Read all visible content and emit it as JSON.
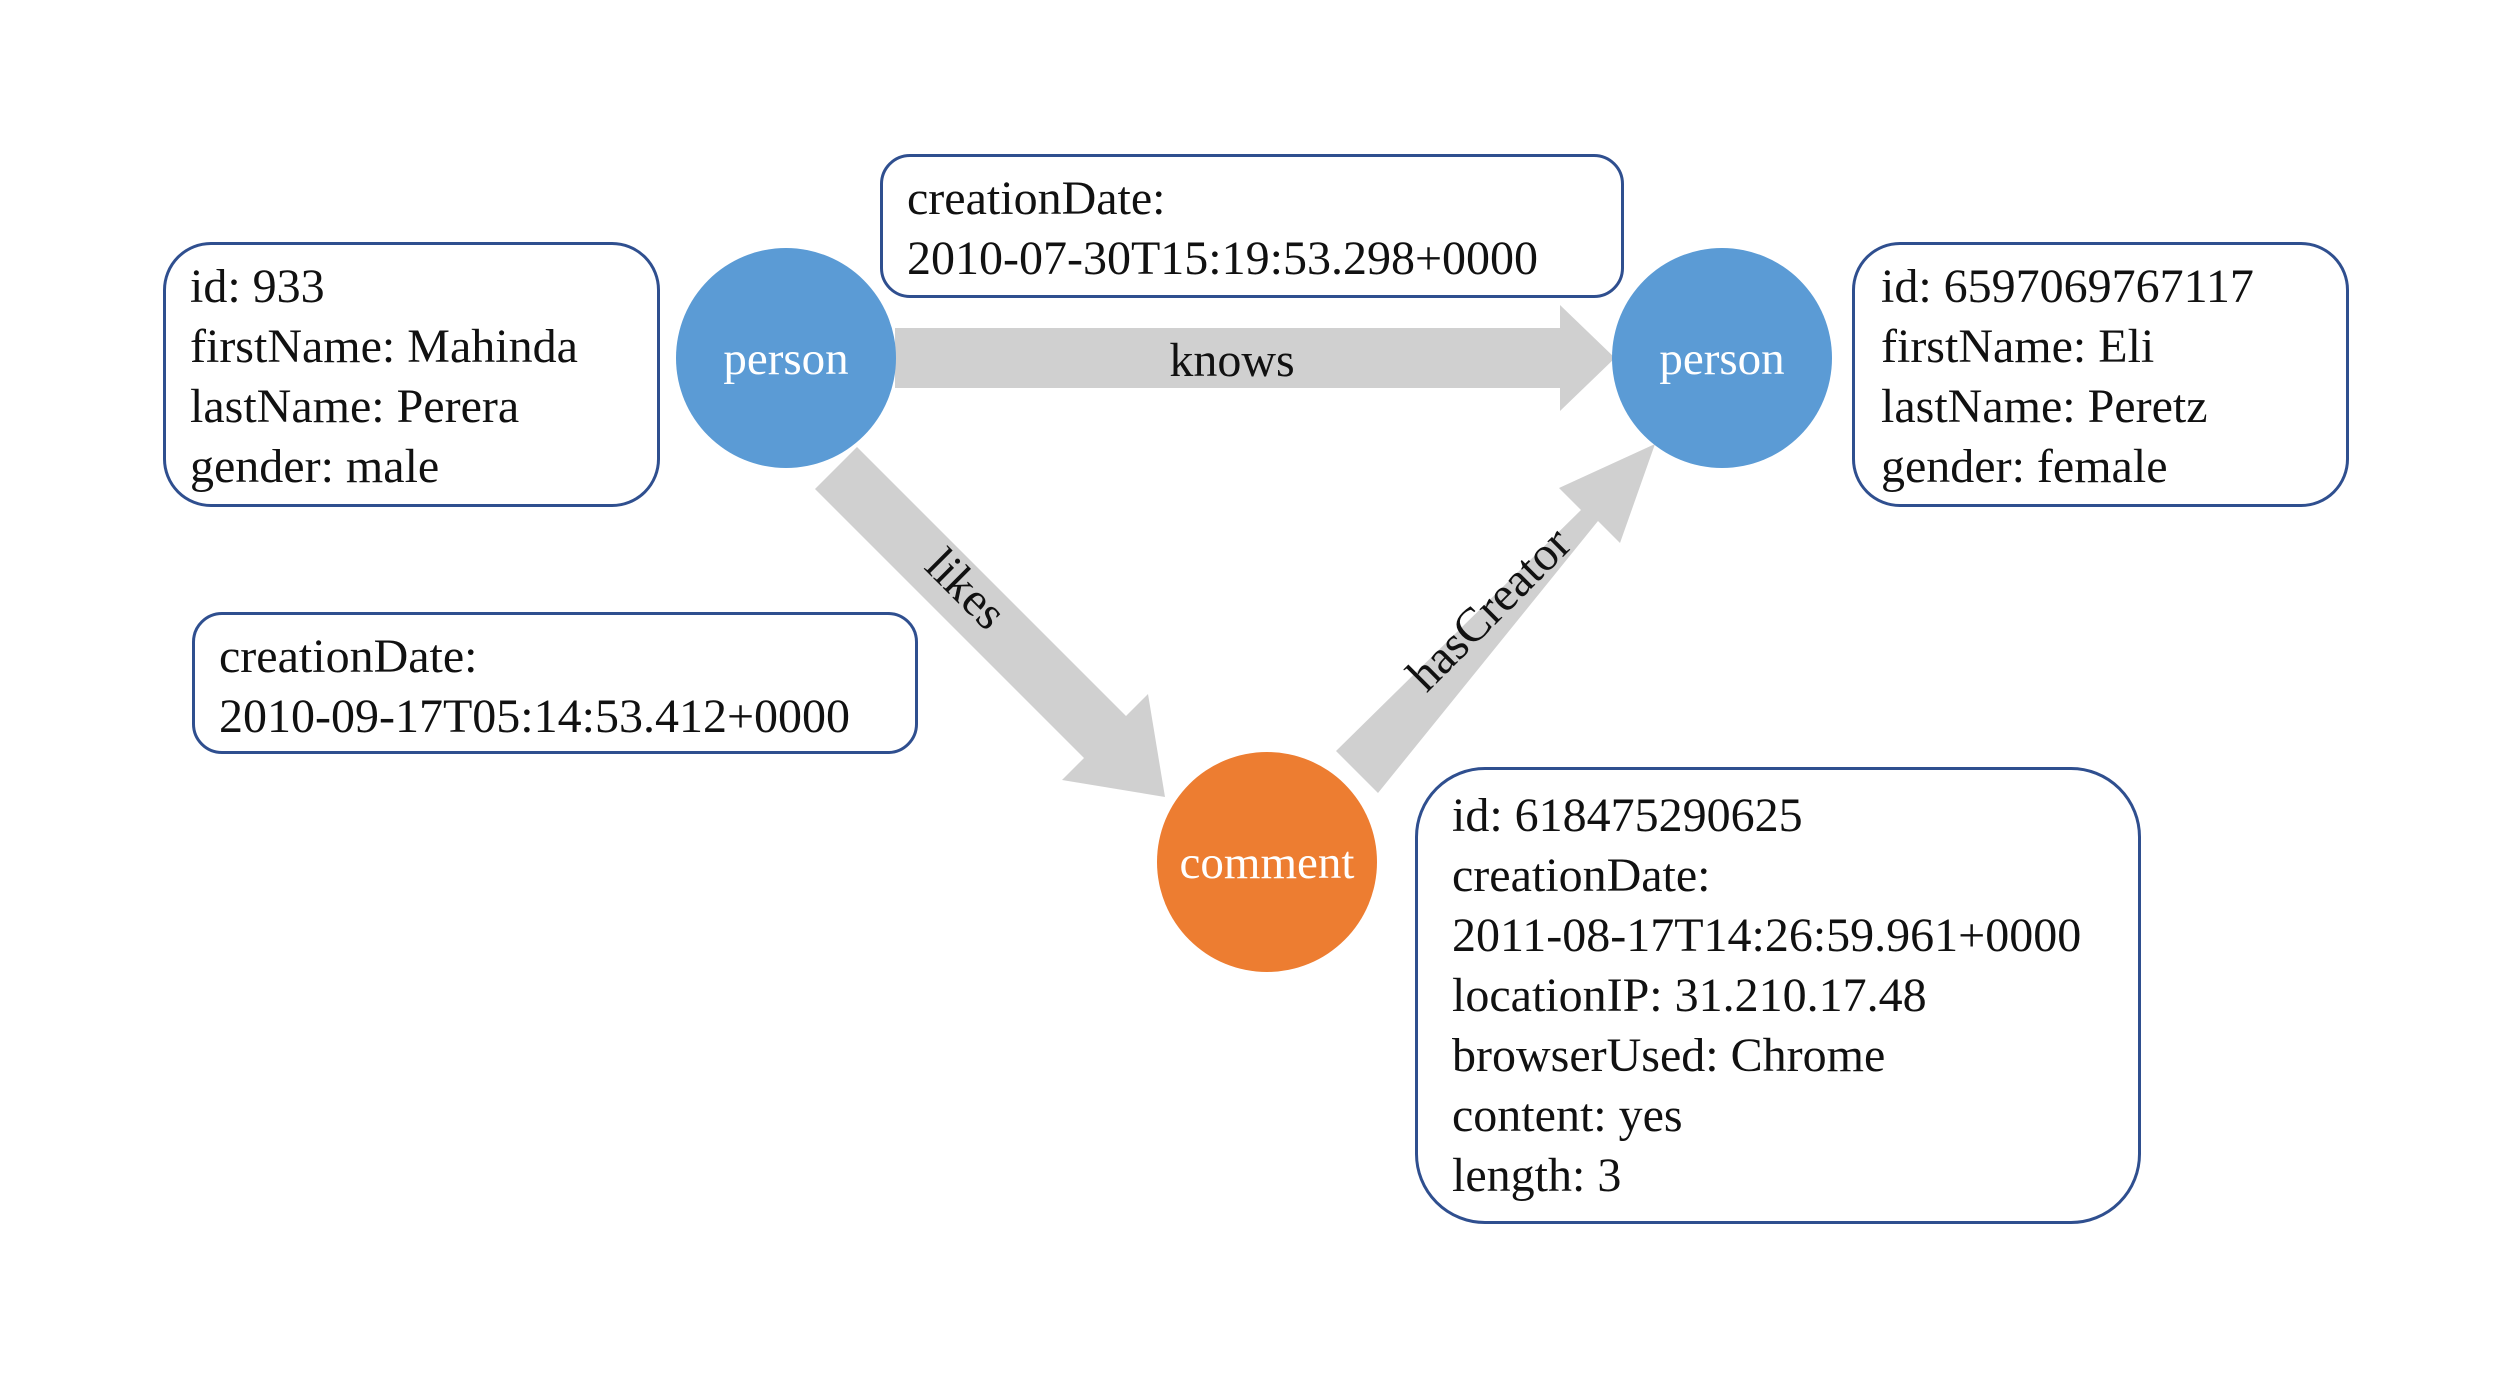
{
  "nodes": {
    "person_left": {
      "label": "person",
      "color": "#5b9bd5"
    },
    "person_right": {
      "label": "person",
      "color": "#5b9bd5"
    },
    "comment": {
      "label": "comment",
      "color": "#ed7d31"
    }
  },
  "edges": {
    "knows": {
      "label": "knows",
      "color": "#d0d0d0"
    },
    "likes": {
      "label": "likes",
      "color": "#d0d0d0"
    },
    "hasCreator": {
      "label": "hasCreator",
      "color": "#d0d0d0"
    }
  },
  "boxes": {
    "person_left_props": [
      "id: 933",
      "firstName: Mahinda",
      "lastName: Perera",
      "gender: male"
    ],
    "knows_props": [
      "creationDate:",
      "2010-07-30T15:19:53.298+0000"
    ],
    "person_right_props": [
      "id: 6597069767117",
      "firstName: Eli",
      "lastName: Peretz",
      "gender: female"
    ],
    "likes_props": [
      "creationDate:",
      "2010-09-17T05:14:53.412+0000"
    ],
    "comment_props": [
      "id: 618475290625",
      "creationDate:",
      "2011-08-17T14:26:59.961+0000",
      "locationIP: 31.210.17.48",
      "browserUsed: Chrome",
      "content: yes",
      "length: 3"
    ]
  },
  "colors": {
    "box_border": "#2f4f8f",
    "arrow": "#d0d0d0"
  }
}
